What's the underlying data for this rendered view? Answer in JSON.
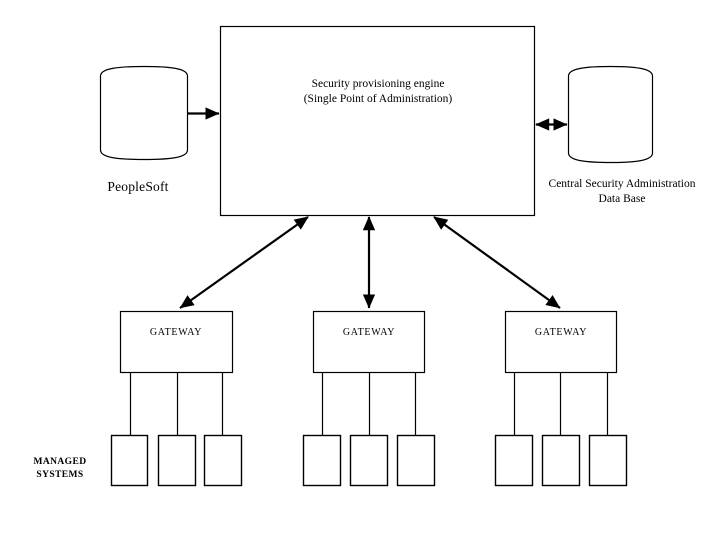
{
  "diagram": {
    "title_lines": [
      "Security provisioning engine",
      "(Single Point of Administration)"
    ],
    "engine": {
      "line1": "Security provisioning engine",
      "line2": "(Single Point of Administration)"
    },
    "left_store": {
      "label": "PeopleSoft",
      "shape": "cylinder-database"
    },
    "right_store": {
      "line1": "Central Security Administration",
      "line2": "Data Base",
      "shape": "cylinder-database"
    },
    "managed_systems": {
      "line1": "MANAGED",
      "line2": "SYSTEMS"
    },
    "gateways": [
      {
        "label": "GATEWAY",
        "systems": [
          "",
          "",
          ""
        ]
      },
      {
        "label": "GATEWAY",
        "systems": [
          "",
          "",
          ""
        ]
      },
      {
        "label": "GATEWAY",
        "systems": [
          "",
          "",
          ""
        ]
      }
    ],
    "colors": {
      "stroke": "#000000",
      "fill": "#ffffff",
      "background": "#ffffff"
    }
  }
}
